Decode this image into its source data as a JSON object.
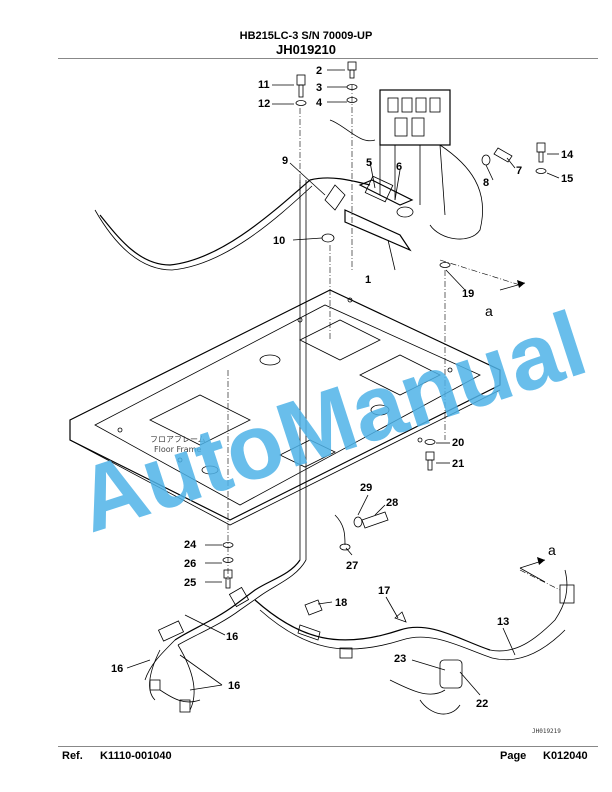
{
  "header": {
    "title": "HB215LC-3 S/N 70009-UP",
    "code": "JH019210"
  },
  "diagram": {
    "frame_label_jp": "フロアフレーム",
    "frame_label": "Floor Frame",
    "view_arrow_label": "a",
    "view_arrow_label_2": "a",
    "drawing_id": "JH019219",
    "watermark": "AutoManual",
    "callouts": [
      "1",
      "2",
      "3",
      "4",
      "5",
      "6",
      "7",
      "8",
      "9",
      "10",
      "11",
      "12",
      "13",
      "14",
      "15",
      "16",
      "16",
      "16",
      "17",
      "18",
      "19",
      "20",
      "21",
      "22",
      "23",
      "24",
      "25",
      "26",
      "27",
      "28",
      "29"
    ]
  },
  "footer": {
    "ref_label": "Ref.",
    "ref_value": "K1110-001040",
    "page_label": "Page",
    "page_value": "K012040"
  }
}
